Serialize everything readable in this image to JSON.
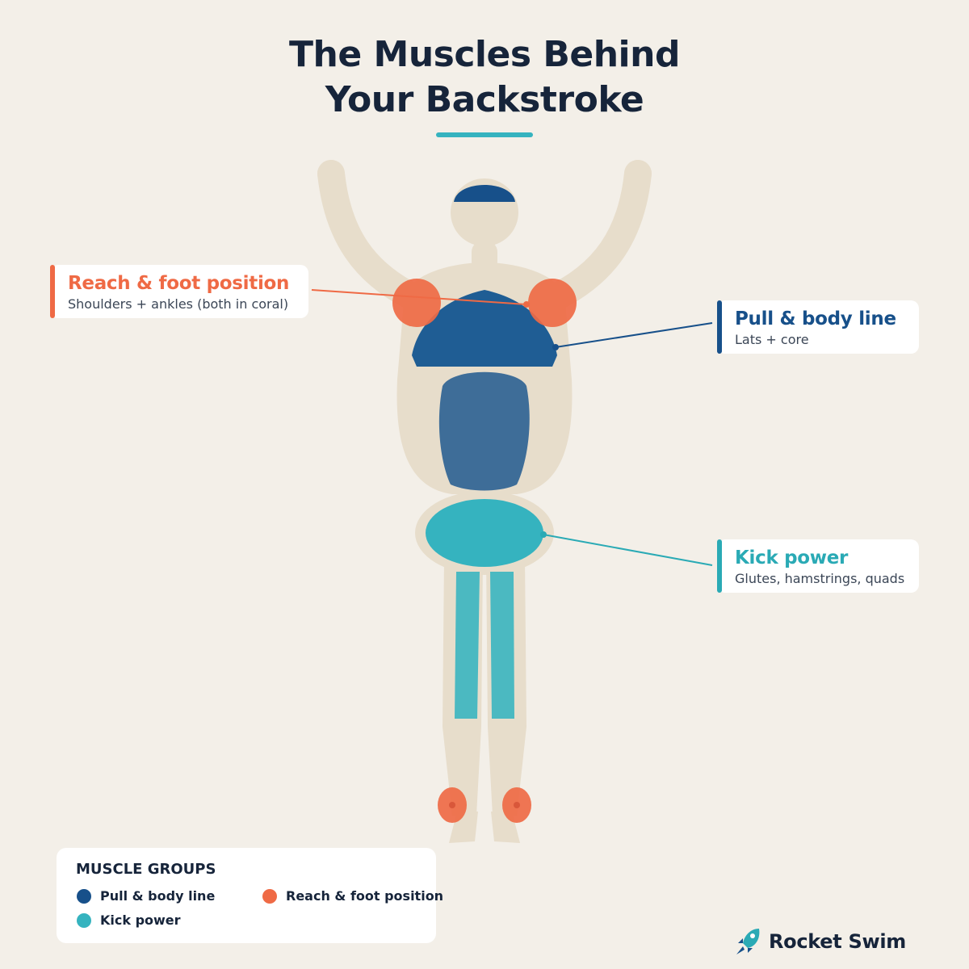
{
  "title": {
    "line1": "The Muscles Behind",
    "line2": "Your Backstroke"
  },
  "colors": {
    "background": "#f3efe8",
    "body": "#e7ddcb",
    "pull": "#17508a",
    "core": "#3e6d98",
    "reach": "#ef6a45",
    "kick": "#35b3bf",
    "title_rule": "#35b3bf"
  },
  "callouts": {
    "reach": {
      "title": "Reach & foot position",
      "subtitle": "Shoulders + ankles (both in coral)"
    },
    "pull": {
      "title": "Pull & body line",
      "subtitle": "Lats + core"
    },
    "kick": {
      "title": "Kick power",
      "subtitle": "Glutes, hamstrings, quads"
    }
  },
  "legend": {
    "title": "MUSCLE GROUPS",
    "items": [
      {
        "label": "Pull & body line",
        "color": "#17508a"
      },
      {
        "label": "Reach & foot position",
        "color": "#ef6a45"
      },
      {
        "label": "Kick power",
        "color": "#35b3bf"
      }
    ]
  },
  "brand": {
    "name": "Rocket Swim",
    "icon": "rocket-icon"
  }
}
